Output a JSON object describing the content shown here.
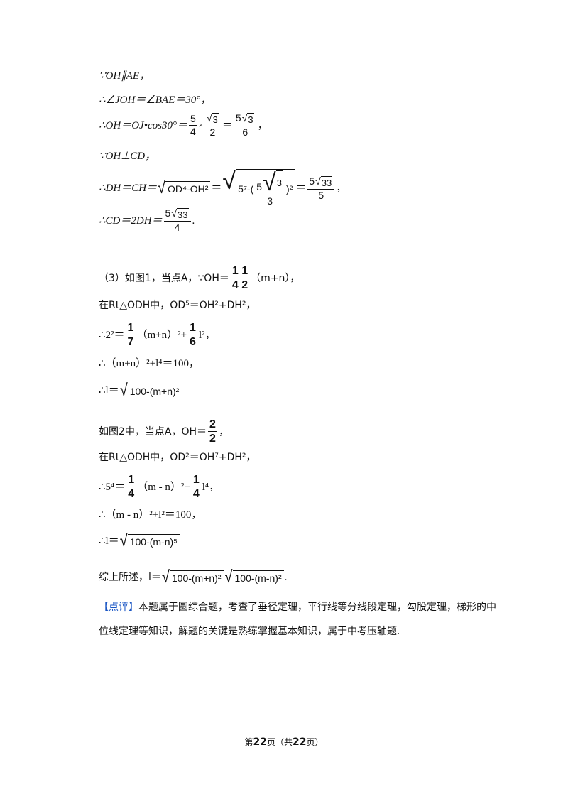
{
  "lines": {
    "l1": "∵OH∥AE，",
    "l2": "∴∠JOH＝∠BAE＝30°，",
    "l3_prefix": "∴OH＝OJ•cos30°＝",
    "l3_f1_num": "5",
    "l3_f1_den": "4",
    "l3_times": "×",
    "l3_f2_den": "2",
    "l3_eq": "＝",
    "l3_f3_num_coef": "5",
    "l3_f3_den": "6",
    "l3_rad": "3",
    "l3_end": "，",
    "l4": "∵OH⊥CD，",
    "l5_prefix": "∴DH＝CH＝",
    "l5_sqrt1": "OD⁴-OH²",
    "l5_eq": "＝",
    "l5_sqrt2_a": "5⁷-(",
    "l5_sqrt2_b": ")²",
    "l5_f_den": "3",
    "l5_f_num_coef": "5",
    "l5_f_rad": "3",
    "l5_eq2": "＝",
    "l5_res_coef": "5",
    "l5_res_rad": "33",
    "l5_res_den": "5",
    "l5_end": "，",
    "l6_prefix": "∴CD＝2DH＝",
    "l6_res_coef": "5",
    "l6_res_rad": "33",
    "l6_res_den": "4",
    "l6_end": ".",
    "l7_prefix": "（3）如图1，当点A，∵OH＝",
    "l7_num": "1 1",
    "l7_den": "4 2",
    "l7_suffix": "（m+n），",
    "l8": "在Rt△ODH中，OD⁵＝OH²+DH²，",
    "l9_prefix": "∴2²＝",
    "l9_f1_num": "1",
    "l9_f1_den": "7",
    "l9_mid": "（m+n）²+",
    "l9_f2_num": "1",
    "l9_f2_den": "6",
    "l9_end": "l²，",
    "l10": "∴（m+n）²+l⁴＝100，",
    "l11_prefix": "∴l＝",
    "l11_rad": "100-(m+n)²",
    "l12_prefix": "如图2中，当点A，OH＝",
    "l12_num": "2",
    "l12_den": "2",
    "l12_end": "，",
    "l13": "在Rt△ODH中，OD²＝OH⁷+DH²，",
    "l14_prefix": "∴5⁴＝",
    "l14_f1_num": "1",
    "l14_f1_den": "4",
    "l14_mid": "（m - n）²+",
    "l14_f2_num": "1",
    "l14_f2_den": "4",
    "l14_end": "l⁴，",
    "l15": "∴（m - n）²+l²＝100，",
    "l16_prefix": "∴l＝",
    "l16_rad": "100-(m-n)⁵",
    "l17_prefix": "综上所述，l＝",
    "l17_rad1": "100-(m+n)²",
    "l17_rad2": "100-(m-n)²",
    "l17_end": ".",
    "comment_tag": "【点评】",
    "comment_1": "本题属于圆综合题，考查了垂径定理，平行线等分线段定理，勾股定理，梯形的中",
    "comment_2": "位线定理等知识，解题的关键是熟练掌握基本知识，属于中考压轴题."
  },
  "footer": {
    "pre": "第",
    "page": "22",
    "mid": "页（共",
    "total": "22",
    "post": "页）"
  }
}
